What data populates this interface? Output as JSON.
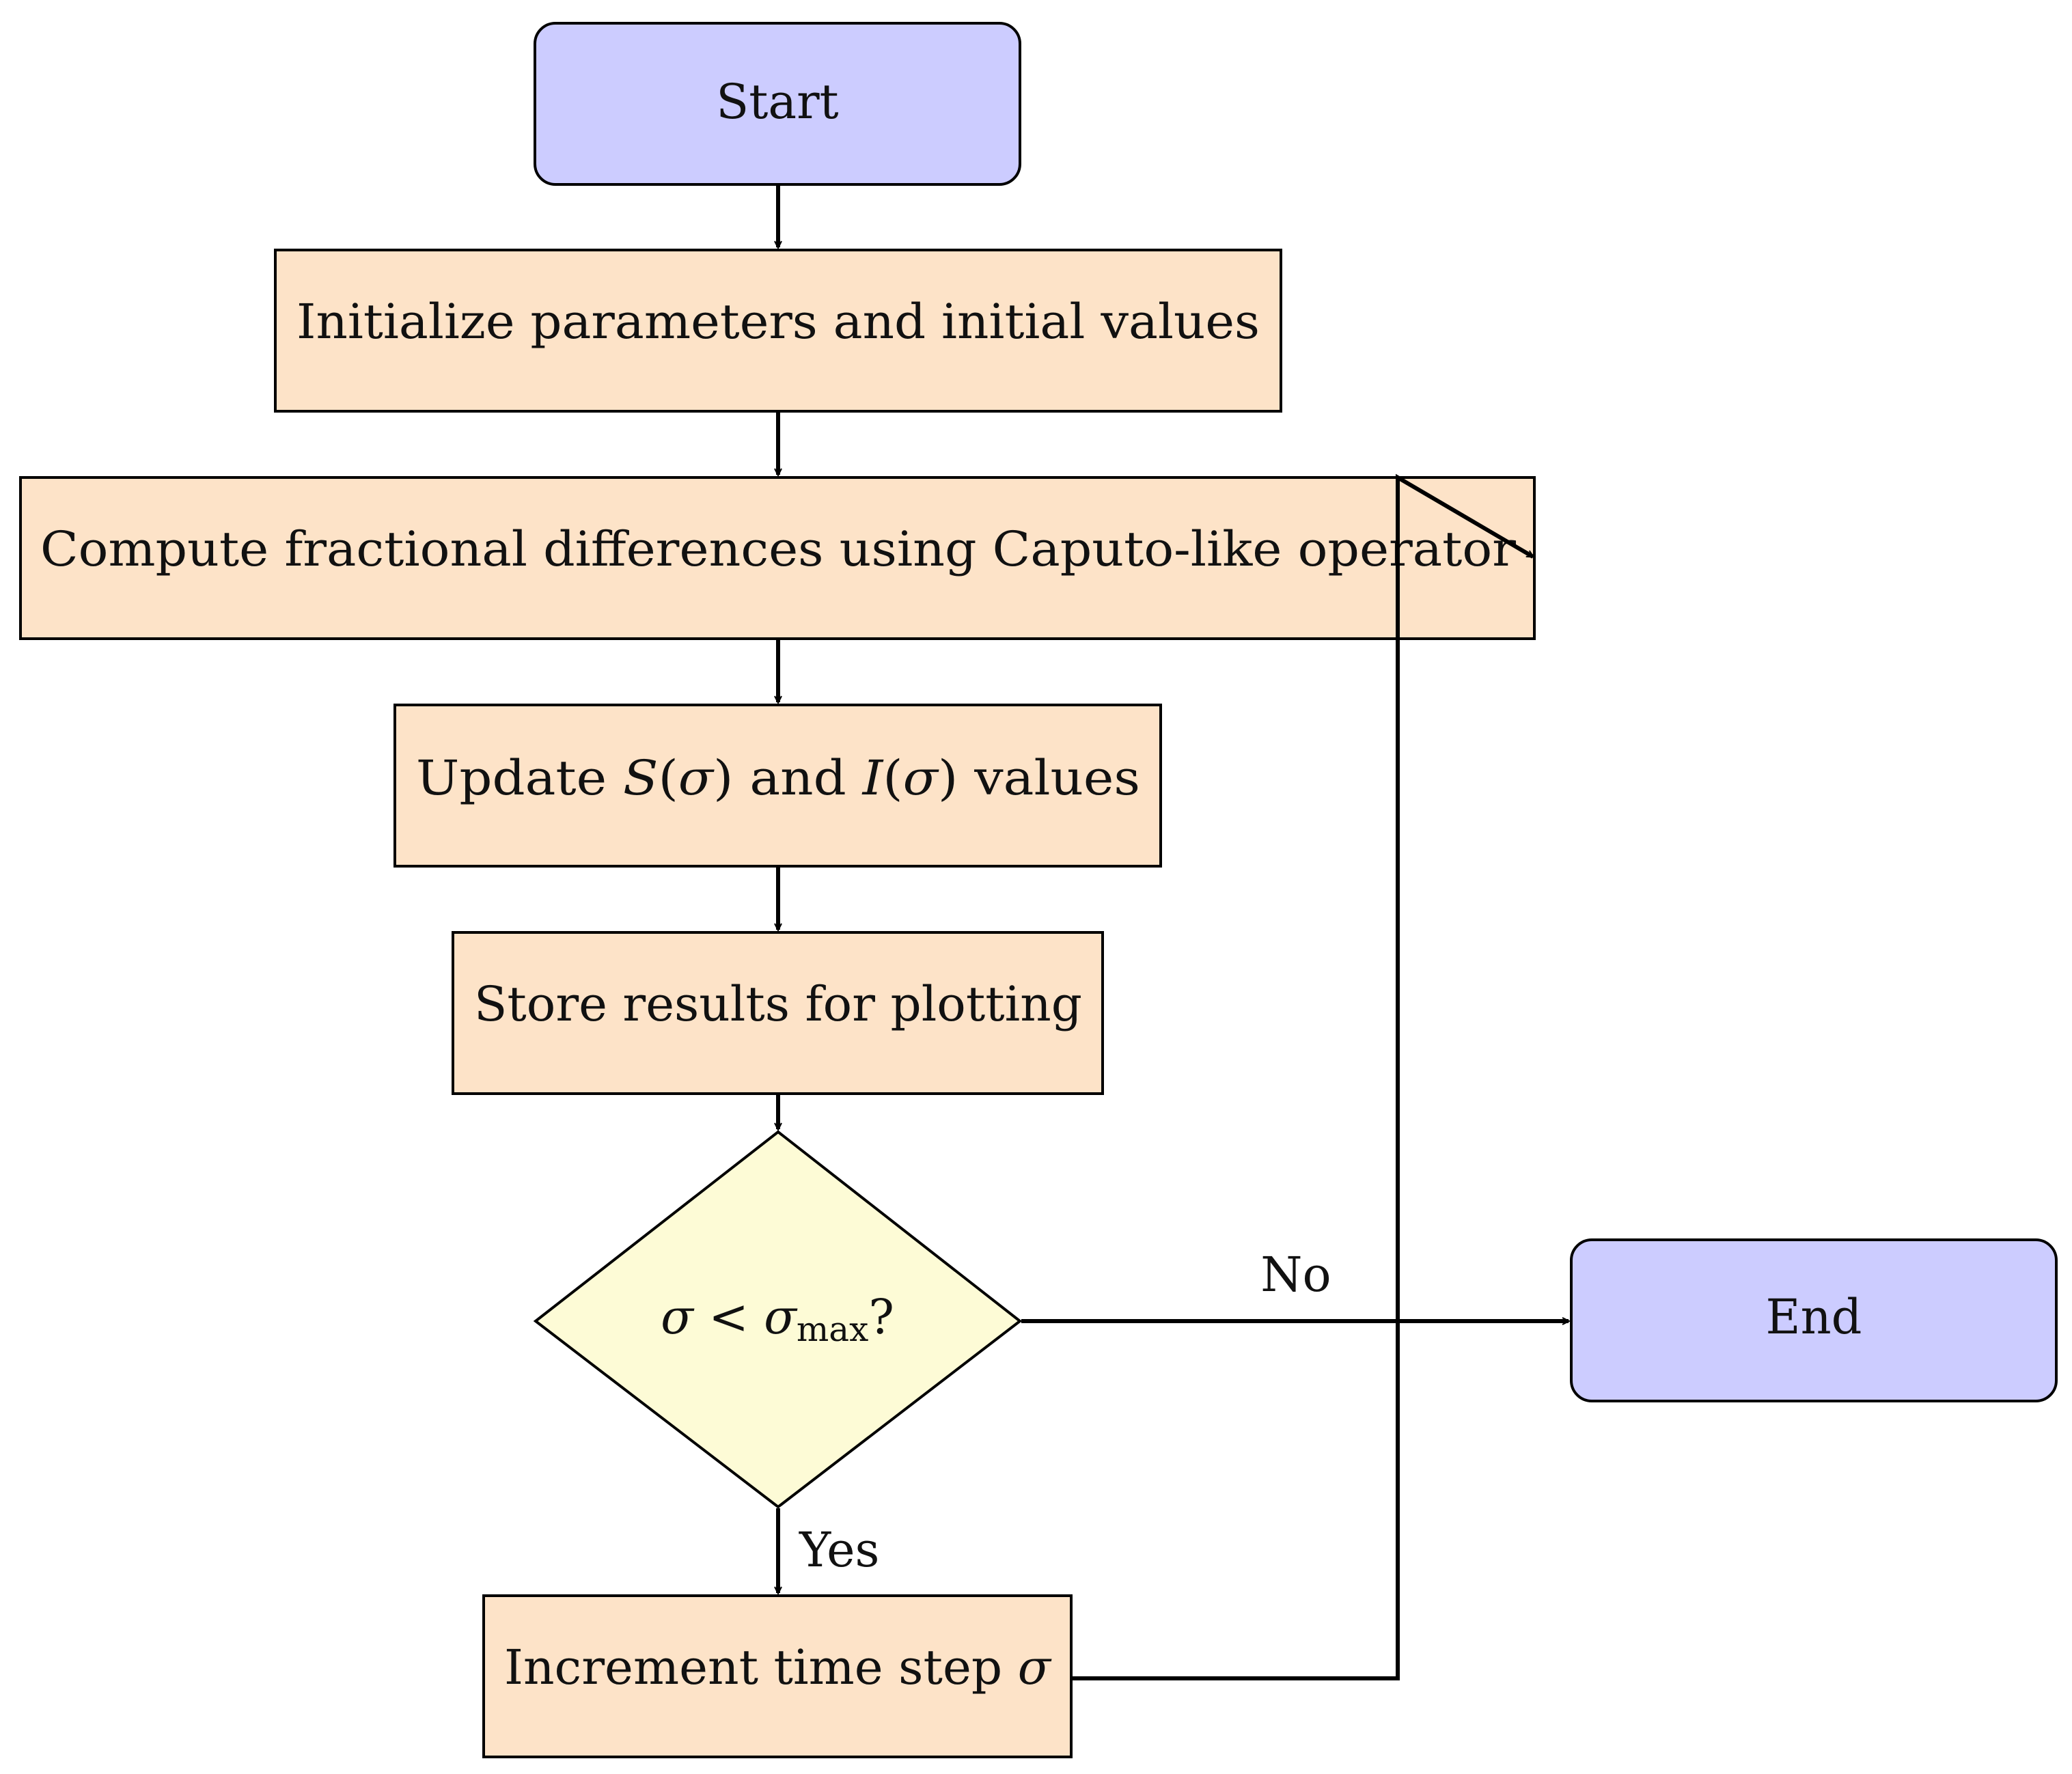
{
  "colors": {
    "terminal_fill": "#ccccff",
    "process_fill": "#fde3c8",
    "decision_fill": "#fdfbd6",
    "stroke": "#000000"
  },
  "nodes": {
    "start": {
      "label": "Start",
      "shape": "rounded-rectangle"
    },
    "init": {
      "label": "Initialize parameters and initial values",
      "shape": "rectangle"
    },
    "compute": {
      "label": "Compute fractional differences using Caputo-like operator",
      "shape": "rectangle"
    },
    "update": {
      "label_parts": [
        "Update ",
        "S",
        "(",
        "σ",
        ")",
        " and ",
        "I",
        "(",
        "σ",
        ")",
        " values"
      ],
      "shape": "rectangle"
    },
    "store": {
      "label": "Store results for plotting",
      "shape": "rectangle"
    },
    "decision": {
      "label_parts": [
        "σ",
        " < ",
        "σ",
        "max",
        "?"
      ],
      "shape": "diamond"
    },
    "increment": {
      "label_parts": [
        "Increment time step ",
        "σ"
      ],
      "shape": "rectangle"
    },
    "end": {
      "label": "End",
      "shape": "rounded-rectangle"
    }
  },
  "edges": [
    {
      "from": "start",
      "to": "init",
      "label": ""
    },
    {
      "from": "init",
      "to": "compute",
      "label": ""
    },
    {
      "from": "compute",
      "to": "update",
      "label": ""
    },
    {
      "from": "update",
      "to": "store",
      "label": ""
    },
    {
      "from": "store",
      "to": "decision",
      "label": ""
    },
    {
      "from": "decision",
      "to": "increment",
      "label": "Yes"
    },
    {
      "from": "decision",
      "to": "end",
      "label": "No"
    },
    {
      "from": "increment",
      "to": "compute",
      "label": ""
    }
  ]
}
